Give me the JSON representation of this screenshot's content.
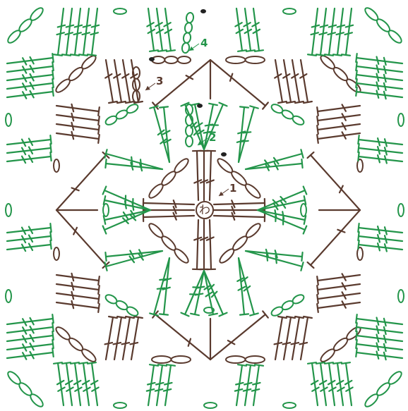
{
  "colors": {
    "brown": "#5a3a2e",
    "green": "#23954a",
    "background": "#ffffff"
  },
  "center_ring": {
    "char": "わ"
  },
  "round_labels": [
    "1",
    "2",
    "3",
    "4"
  ],
  "rounds": [
    {
      "round": 1,
      "color": "brown",
      "stitches": "treble-clusters-and-chains"
    },
    {
      "round": 2,
      "color": "green",
      "stitches": "double-trebles"
    },
    {
      "round": 3,
      "color": "brown",
      "stitches": "trebles-and-chains"
    },
    {
      "round": 4,
      "color": "green",
      "stitches": "double-trebles-corners"
    }
  ]
}
